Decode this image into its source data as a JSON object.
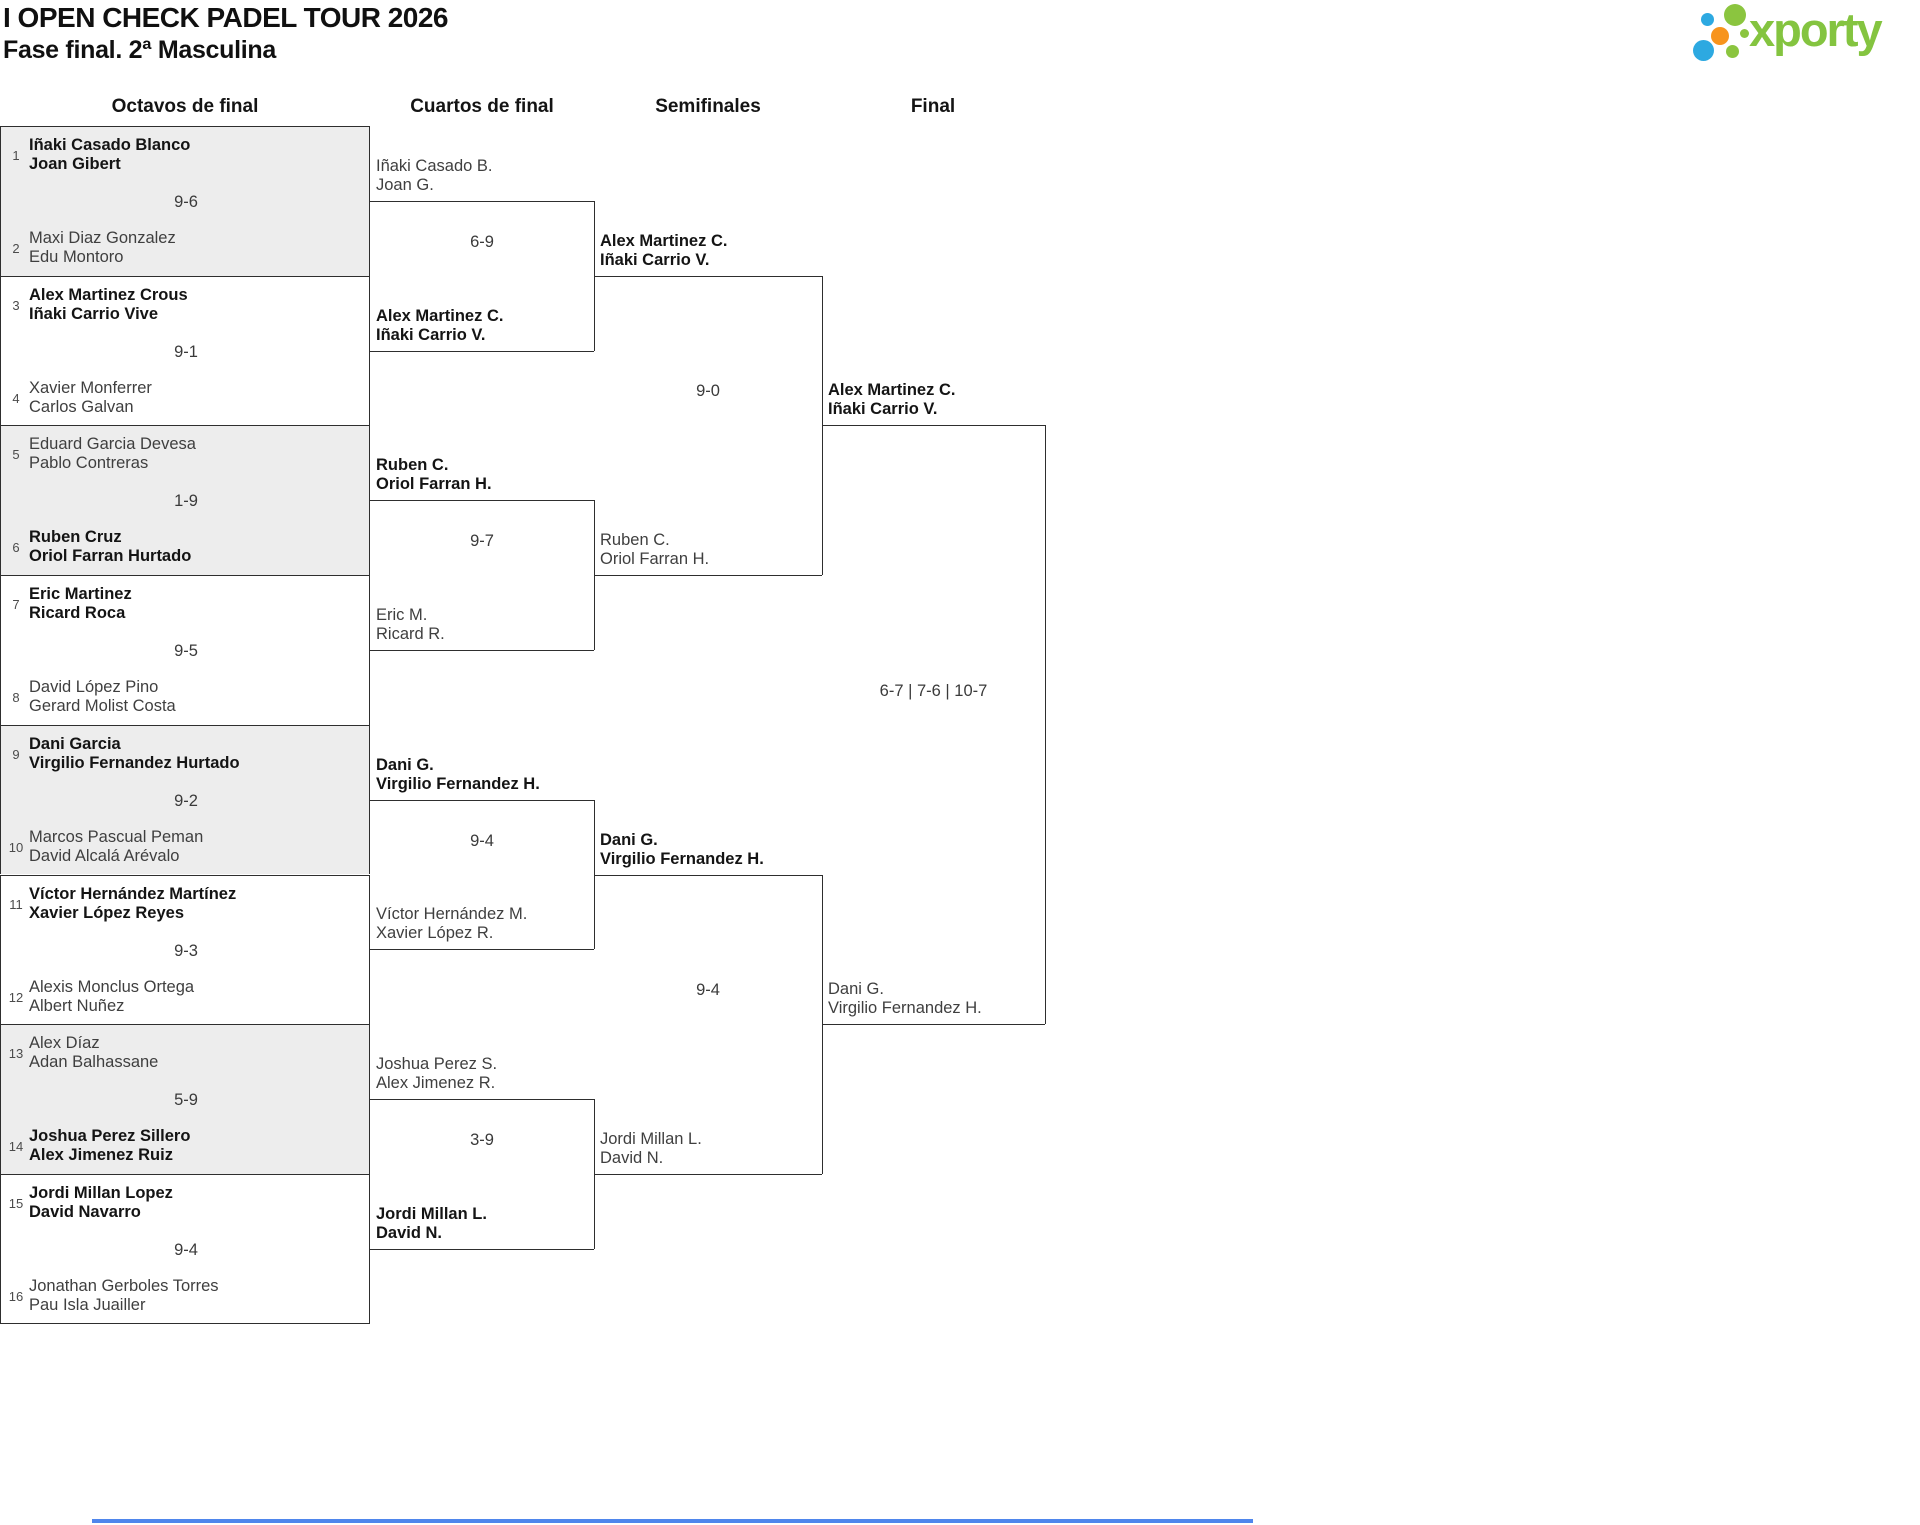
{
  "header": {
    "title": "I OPEN CHECK PADEL TOUR 2026",
    "subtitle": "Fase final. 2ª Masculina"
  },
  "logo": {
    "text": "xporty",
    "text_color": "#84c440",
    "dot_colors": [
      "#2da9e1",
      "#8bc53f",
      "#f7941d",
      "#2da9e1",
      "#8bc53f",
      "#8bc53f"
    ]
  },
  "round_names": [
    "Octavos de final",
    "Cuartos de final",
    "Semifinales",
    "Final"
  ],
  "colors": {
    "line": "#2e2e2e",
    "shaded_match_bg": "#ededed",
    "bottom_bar": "#4f86ec"
  },
  "rounds": {
    "round_of_16": [
      {
        "score": "9-6",
        "shaded": true,
        "teams": [
          {
            "seed": "1",
            "name_lines": [
              "Iñaki Casado Blanco",
              "Joan Gibert"
            ],
            "winner": true
          },
          {
            "seed": "2",
            "name_lines": [
              "Maxi Diaz Gonzalez",
              "Edu Montoro"
            ],
            "winner": false
          }
        ]
      },
      {
        "score": "9-1",
        "shaded": false,
        "teams": [
          {
            "seed": "3",
            "name_lines": [
              "Alex Martinez Crous",
              "Iñaki Carrio Vive"
            ],
            "winner": true
          },
          {
            "seed": "4",
            "name_lines": [
              "Xavier Monferrer",
              "Carlos Galvan"
            ],
            "winner": false
          }
        ]
      },
      {
        "score": "1-9",
        "shaded": true,
        "teams": [
          {
            "seed": "5",
            "name_lines": [
              "Eduard Garcia Devesa",
              "Pablo Contreras"
            ],
            "winner": false
          },
          {
            "seed": "6",
            "name_lines": [
              "Ruben Cruz",
              "Oriol Farran Hurtado"
            ],
            "winner": true
          }
        ]
      },
      {
        "score": "9-5",
        "shaded": false,
        "teams": [
          {
            "seed": "7",
            "name_lines": [
              "Eric Martinez",
              "Ricard Roca"
            ],
            "winner": true
          },
          {
            "seed": "8",
            "name_lines": [
              "David López Pino",
              "Gerard Molist Costa"
            ],
            "winner": false
          }
        ]
      },
      {
        "score": "9-2",
        "shaded": true,
        "teams": [
          {
            "seed": "9",
            "name_lines": [
              "Dani Garcia",
              "Virgilio Fernandez Hurtado"
            ],
            "winner": true
          },
          {
            "seed": "10",
            "name_lines": [
              "Marcos Pascual Peman",
              "David Alcalá Arévalo"
            ],
            "winner": false
          }
        ]
      },
      {
        "score": "9-3",
        "shaded": false,
        "teams": [
          {
            "seed": "11",
            "name_lines": [
              "Víctor Hernández Martínez",
              "Xavier López Reyes"
            ],
            "winner": true
          },
          {
            "seed": "12",
            "name_lines": [
              "Alexis Monclus Ortega",
              "Albert Nuñez"
            ],
            "winner": false
          }
        ]
      },
      {
        "score": "5-9",
        "shaded": true,
        "teams": [
          {
            "seed": "13",
            "name_lines": [
              "Alex Díaz",
              "Adan Balhassane"
            ],
            "winner": false
          },
          {
            "seed": "14",
            "name_lines": [
              "Joshua Perez Sillero",
              "Alex Jimenez Ruiz"
            ],
            "winner": true
          }
        ]
      },
      {
        "score": "9-4",
        "shaded": false,
        "teams": [
          {
            "seed": "15",
            "name_lines": [
              "Jordi Millan Lopez",
              "David Navarro"
            ],
            "winner": true
          },
          {
            "seed": "16",
            "name_lines": [
              "Jonathan Gerboles Torres",
              "Pau Isla Juailler"
            ],
            "winner": false
          }
        ]
      }
    ],
    "quarterfinals": [
      {
        "score": "6-9",
        "teams": [
          {
            "name_lines": [
              "Iñaki Casado B.",
              "Joan G."
            ],
            "winner": false
          },
          {
            "name_lines": [
              "Alex Martinez C.",
              "Iñaki Carrio V."
            ],
            "winner": true
          }
        ]
      },
      {
        "score": "9-7",
        "teams": [
          {
            "name_lines": [
              "Ruben C.",
              "Oriol Farran H."
            ],
            "winner": true
          },
          {
            "name_lines": [
              "Eric M.",
              "Ricard R."
            ],
            "winner": false
          }
        ]
      },
      {
        "score": "9-4",
        "teams": [
          {
            "name_lines": [
              "Dani G.",
              "Virgilio Fernandez H."
            ],
            "winner": true
          },
          {
            "name_lines": [
              "Víctor Hernández M.",
              "Xavier López R."
            ],
            "winner": false
          }
        ]
      },
      {
        "score": "3-9",
        "teams": [
          {
            "name_lines": [
              "Joshua Perez S.",
              "Alex Jimenez R."
            ],
            "winner": false
          },
          {
            "name_lines": [
              "Jordi Millan L.",
              "David N."
            ],
            "winner": true
          }
        ]
      }
    ],
    "semifinals": [
      {
        "score": "9-0",
        "teams": [
          {
            "name_lines": [
              "Alex Martinez C.",
              "Iñaki Carrio V."
            ],
            "winner": true
          },
          {
            "name_lines": [
              "Ruben C.",
              "Oriol Farran H."
            ],
            "winner": false
          }
        ]
      },
      {
        "score": "9-4",
        "teams": [
          {
            "name_lines": [
              "Dani G.",
              "Virgilio Fernandez H."
            ],
            "winner": true
          },
          {
            "name_lines": [
              "Jordi Millan L.",
              "David N."
            ],
            "winner": false
          }
        ]
      }
    ],
    "final": [
      {
        "score": "6-7 | 7-6 | 10-7",
        "teams": [
          {
            "name_lines": [
              "Alex Martinez C.",
              "Iñaki Carrio V."
            ],
            "winner": true
          },
          {
            "name_lines": [
              "Dani G.",
              "Virgilio Fernandez H."
            ],
            "winner": false
          }
        ]
      }
    ]
  }
}
